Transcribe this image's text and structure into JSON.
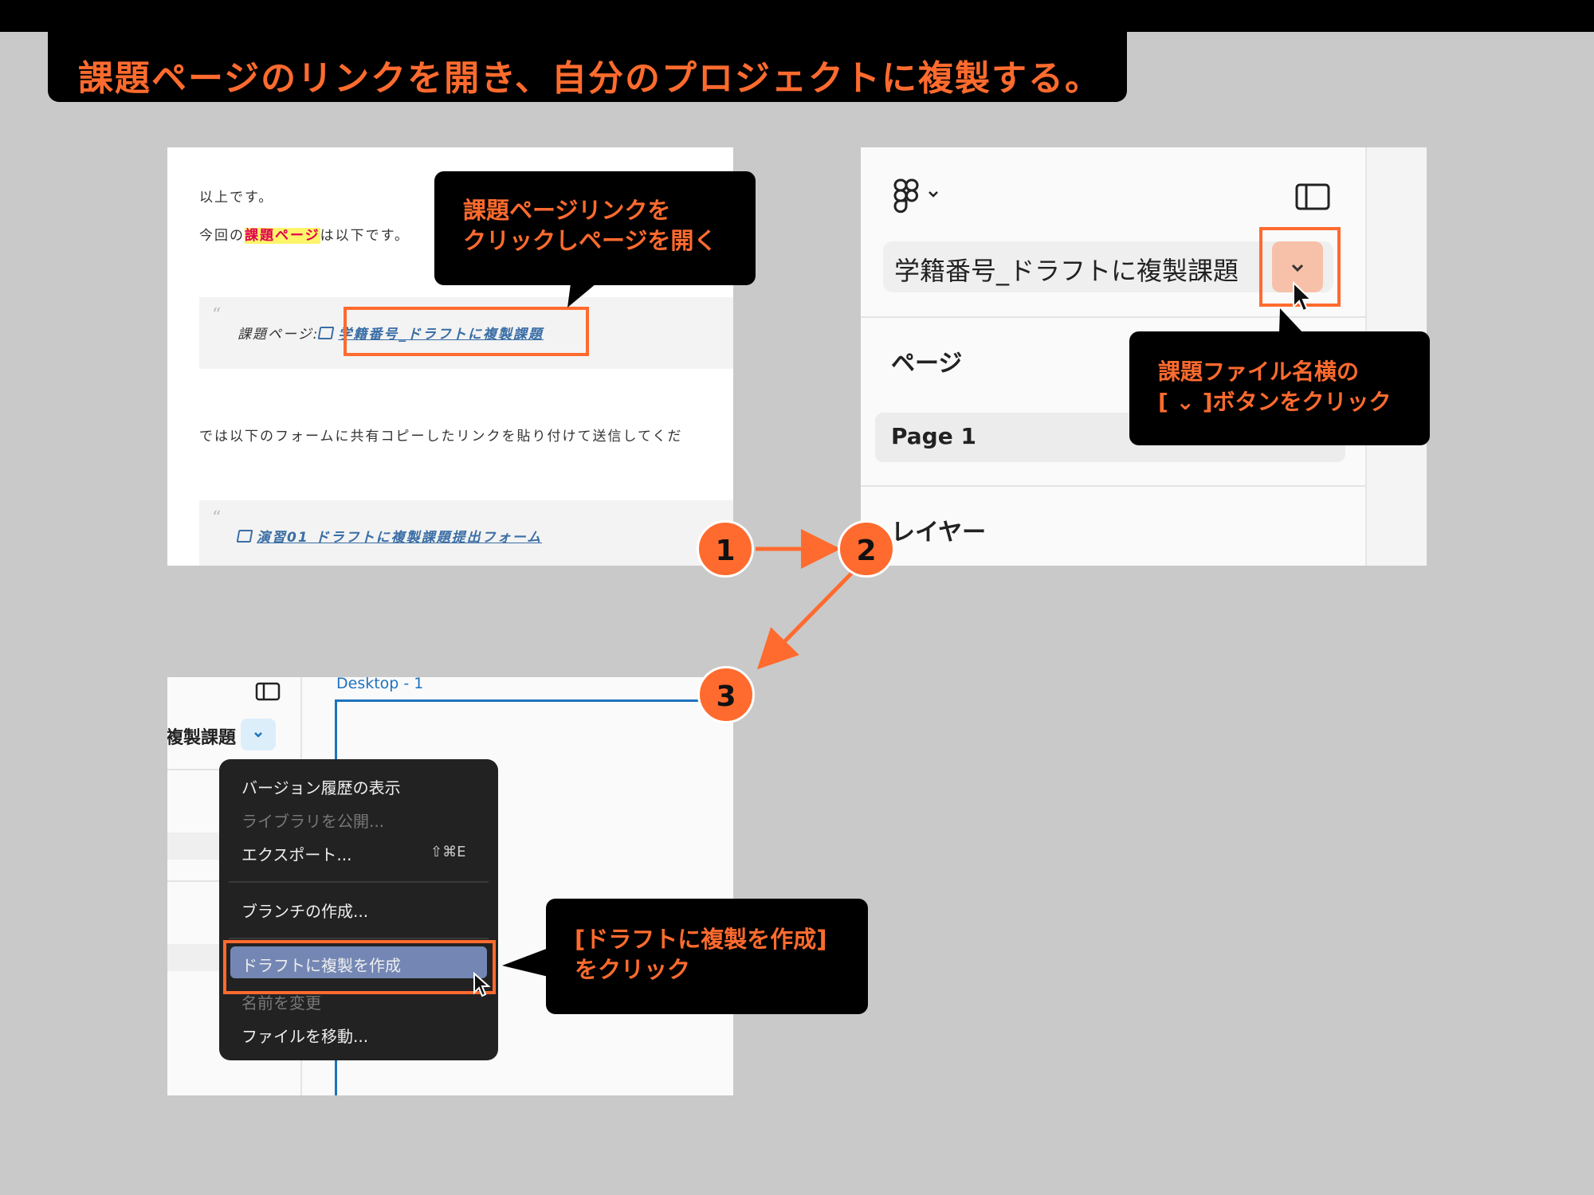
{
  "header": {
    "title": "課題ページのリンクを開き、自分のプロジェクトに複製する。"
  },
  "colors": {
    "accent": "#ff6b2e",
    "callout_bg": "#000000",
    "highlight": "#fdf56a",
    "link": "#3a6ea5",
    "menu_bg": "#222222",
    "menu_selected": "#7487b4"
  },
  "panel1": {
    "line1": "以上です。",
    "line2_prefix": "今回の",
    "line2_highlight": "課題ページ",
    "line2_suffix": "は以下です。",
    "quote1_label": "課題ページ:",
    "quote1_link": "学籍番号_ドラフトに複製課題",
    "line3": "では以下のフォームに共有コピーしたリンクを貼り付けて送信してくだ",
    "quote2_link": "演習01 ドラフトに複製課題提出フォーム"
  },
  "callout1": {
    "line1": "課題ページリンクを",
    "line2": "クリックしページを開く"
  },
  "panel2": {
    "file_name": "学籍番号_ドラフトに複製課題",
    "pages_label": "ページ",
    "page_item": "Page 1",
    "layers_label": "レイヤー"
  },
  "callout2": {
    "line1": "課題ファイル名横の",
    "line2": "[ ⌄ ]ボタンをクリック"
  },
  "panel3": {
    "file_name_partial": "複製課題",
    "frame_label": "Desktop - 1",
    "menu": {
      "version_history": "バージョン履歴の表示",
      "publish_library": "ライブラリを公開...",
      "export": "エクスポート...",
      "export_shortcut": "⇧⌘E",
      "create_branch": "ブランチの作成...",
      "duplicate_to_drafts": "ドラフトに複製を作成",
      "rename": "名前を変更",
      "move_file": "ファイルを移動..."
    }
  },
  "callout3": {
    "line1": "[ドラフトに複製を作成]",
    "line2": "をクリック"
  },
  "steps": {
    "s1": "1",
    "s2": "2",
    "s3": "3"
  },
  "icons": {
    "figma": "figma-logo-icon",
    "sidebar": "sidebar-toggle-icon",
    "chevron": "chevron-down-icon",
    "cursor": "mouse-cursor-icon",
    "link": "link-icon"
  }
}
